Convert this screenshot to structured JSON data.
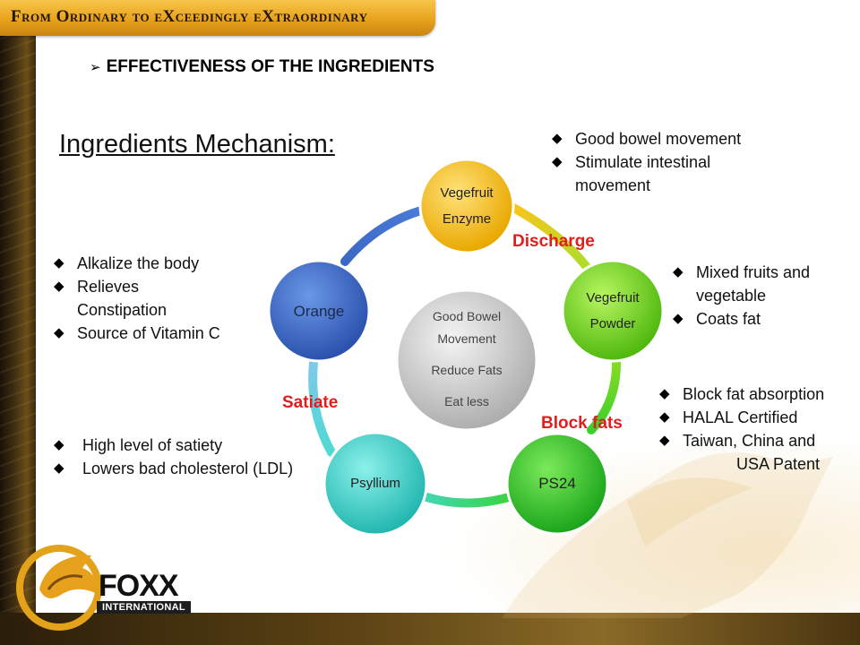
{
  "banner": {
    "text": "From Ordinary to eXceedingly eXtraordinary"
  },
  "section_title": {
    "arrow": "➢",
    "text": "EFFECTIVENESS OF THE INGREDIENTS"
  },
  "mechanism_title": "Ingredients Mechanism:",
  "nodes": {
    "enzyme": {
      "line1": "Vegefruit",
      "line2": "Enzyme"
    },
    "powder": {
      "line1": "Vegefruit",
      "line2": "Powder"
    },
    "ps24": "PS24",
    "psyllium": "Psyllium",
    "orange": "Orange"
  },
  "center": {
    "line1": "Good Bowel",
    "line2": "Movement",
    "line3": "Reduce Fats",
    "line4": "Eat less"
  },
  "rotation_labels": {
    "discharge": "Discharge",
    "block_fats": "Block fats",
    "satiate": "Satiate"
  },
  "bullets": {
    "enzyme": [
      "Good bowel movement",
      "Stimulate intestinal",
      "movement"
    ],
    "powder": [
      "Mixed fruits and",
      "vegetable",
      "Coats fat"
    ],
    "ps24": [
      "Block fat absorption",
      "HALAL Certified",
      "Taiwan, China and",
      "USA Patent"
    ],
    "orange": [
      "Alkalize the body",
      "Relieves",
      "Constipation",
      "Source of Vitamin C"
    ],
    "psyllium": [
      "High level of satiety",
      "Lowers bad cholesterol (LDL)"
    ]
  },
  "logo": {
    "name": "FOXX",
    "sub": "INTERNATIONAL"
  },
  "colors": {
    "accent": "#e01e1e",
    "enzyme": "#f5b800",
    "powder": "#6fd11a",
    "ps24": "#2ec82a",
    "psyllium": "#36d0c8",
    "orange": "#3a68c4"
  }
}
